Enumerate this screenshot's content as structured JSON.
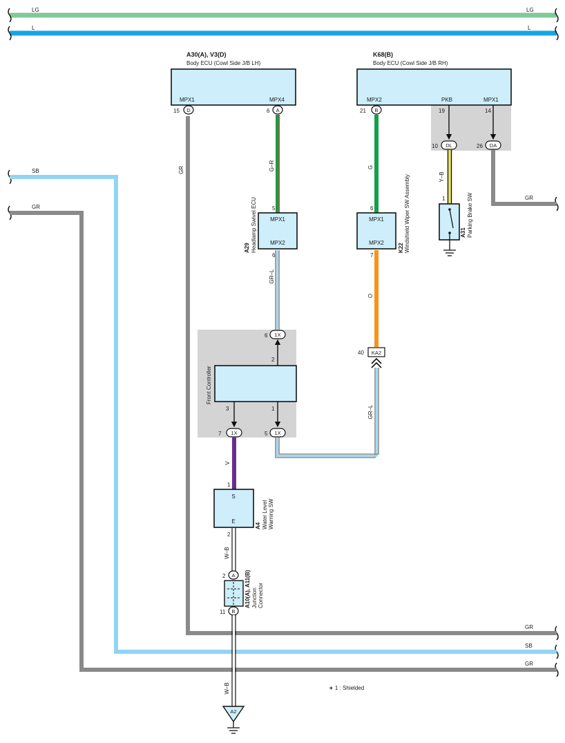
{
  "colors": {
    "LG": "#7fc99a",
    "L": "#16a6e6",
    "SB": "#92d4f4",
    "GR": "#8a8a8a",
    "G": "#12a04a",
    "R": "#e83c2b",
    "O": "#f7941d",
    "Y": "#f5e735",
    "V": "#6c2b91",
    "W": "#ffffff",
    "B": "#111111",
    "box_fill": "#cdeefa",
    "shade": "#d4d4d4"
  },
  "buses": {
    "top_lg": {
      "left": "LG",
      "right": "LG"
    },
    "top_l": {
      "left": "L",
      "right": "L"
    },
    "left_sb": "SB",
    "left_gr": "GR",
    "right_gr_parking": "GR",
    "bottom_gr1": "GR",
    "bottom_sb": "SB",
    "bottom_gr2": "GR"
  },
  "body_ecu_lh": {
    "code": "A30(A), V3(D)",
    "name": "Body ECU (Cowl Side J/B LH)",
    "pins": [
      {
        "label": "MPX1",
        "num": "15",
        "conn": "D"
      },
      {
        "label": "MPX4",
        "num": "6",
        "conn": "A"
      }
    ]
  },
  "body_ecu_rh": {
    "code": "K68(B)",
    "name": "Body ECU (Cowl Side J/B RH)",
    "pins": [
      {
        "label": "MPX2",
        "num": "21",
        "conn": "B"
      },
      {
        "label": "PKB",
        "num": "19",
        "conn": "DL",
        "conn_num": "10"
      },
      {
        "label": "MPX1",
        "num": "14",
        "conn": "DA",
        "conn_num": "26"
      }
    ]
  },
  "wire_labels": {
    "gr_lh": "GR",
    "g_r": "G–R",
    "g": "G",
    "y_b": "Y–B",
    "gr_l_upper": "GR–L",
    "o": "O",
    "gr_l_lower": "GR–L",
    "v": "V",
    "w_b_upper": "W–B",
    "w_b_lower": "W–B"
  },
  "headlamp_ecu": {
    "code": "A29",
    "name": "Headlamp Swivel ECU",
    "top_pin": "MPX1",
    "bottom_pin": "MPX2",
    "top_num": "5",
    "bottom_num": "6"
  },
  "wiper_sw": {
    "code": "K22",
    "name": "Windshield Wiper SW Assembly",
    "top_pin": "MPX1",
    "bottom_pin": "MPX2",
    "top_num": "6",
    "bottom_num": "7"
  },
  "parking_brake": {
    "code": "A31",
    "name": "Parking Brake SW",
    "pin_num": "1"
  },
  "front_controller": {
    "name": "Front Controller",
    "pin_top": "2",
    "pin_left": "3",
    "pin_right": "1",
    "conn_top": {
      "num": "6",
      "id": "1X"
    },
    "conn_left": {
      "num": "7",
      "id": "1X"
    },
    "conn_right": {
      "num": "5",
      "id": "1X"
    }
  },
  "ka2": {
    "num": "40",
    "id": "KA2"
  },
  "water_sw": {
    "code": "A4",
    "name_line1": "Water Level",
    "name_line2": "Warning SW",
    "top_pin": "S",
    "bottom_pin": "E",
    "top_num": "1",
    "bottom_num": "2"
  },
  "junction": {
    "code": "A10(A), A11(B)",
    "name_line1": "Junction",
    "name_line2": "Connector",
    "top": {
      "num": "2",
      "id": "A"
    },
    "bottom": {
      "num": "11",
      "id": "B"
    }
  },
  "ground": {
    "id": "A2"
  },
  "note": "∗ 1 : Shielded"
}
